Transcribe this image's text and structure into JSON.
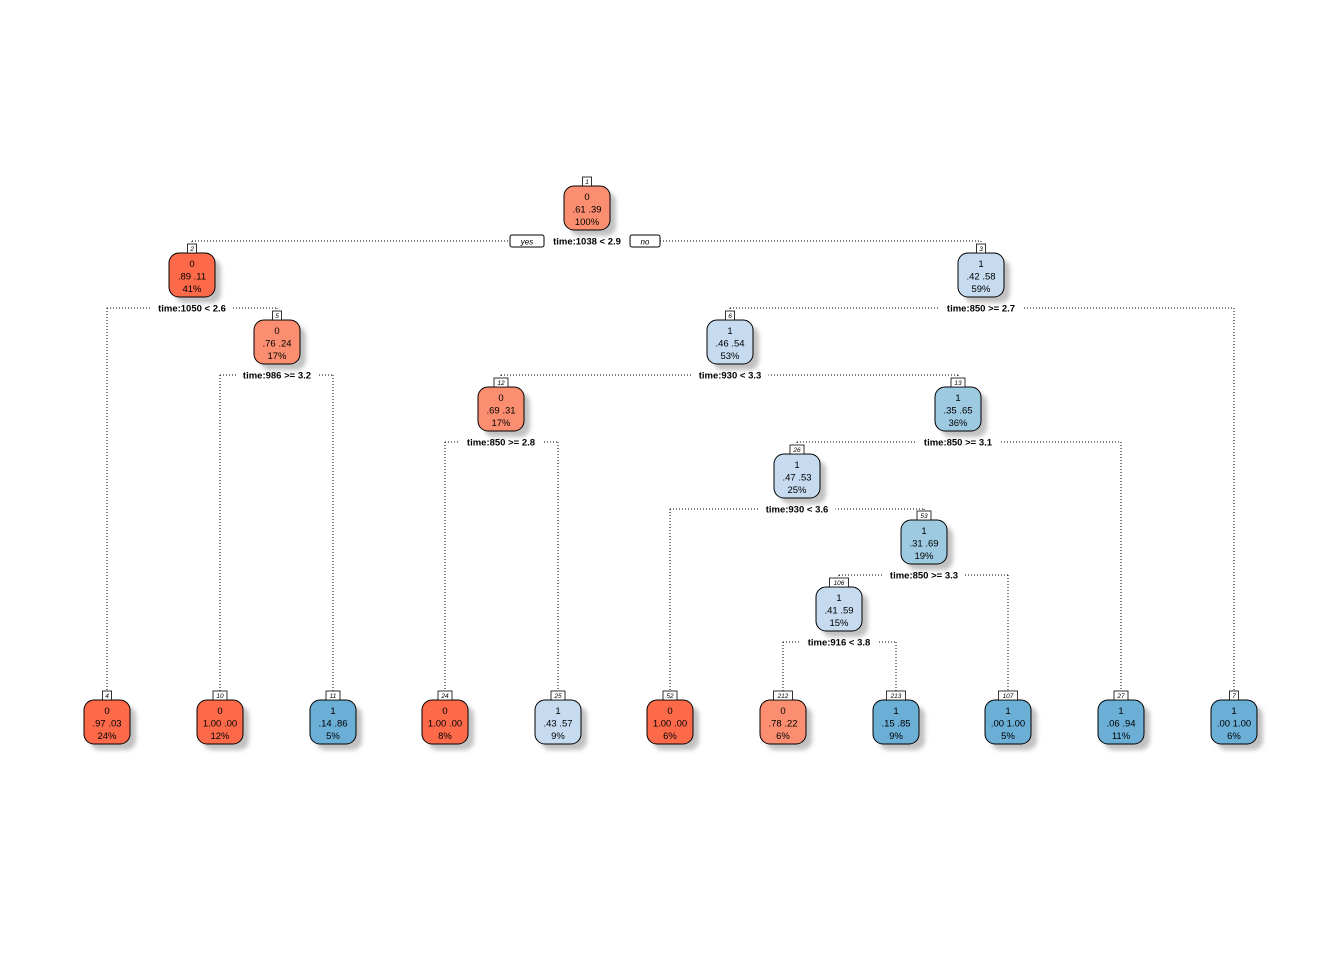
{
  "branch_labels": {
    "yes": "yes",
    "no": "no"
  },
  "colors": {
    "class0_strong": "#FC6A4A",
    "class0_medium": "#FB8E70",
    "class1_strong": "#6BAED6",
    "class1_medium": "#9ECAE1",
    "class1_light": "#C6DBEF"
  },
  "nodes": [
    {
      "id": "1",
      "cls": "0",
      "probs": ".61  .39",
      "pct": "100%",
      "split": "time:1038 < 2.9",
      "shade": "class0_medium"
    },
    {
      "id": "2",
      "cls": "0",
      "probs": ".89  .11",
      "pct": "41%",
      "split": "time:1050 < 2.6",
      "shade": "class0_strong"
    },
    {
      "id": "3",
      "cls": "1",
      "probs": ".42  .58",
      "pct": "59%",
      "split": "time:850 >= 2.7",
      "shade": "class1_light"
    },
    {
      "id": "5",
      "cls": "0",
      "probs": ".76  .24",
      "pct": "17%",
      "split": "time:986 >= 3.2",
      "shade": "class0_medium"
    },
    {
      "id": "6",
      "cls": "1",
      "probs": ".46  .54",
      "pct": "53%",
      "split": "time:930 < 3.3",
      "shade": "class1_light"
    },
    {
      "id": "12",
      "cls": "0",
      "probs": ".69  .31",
      "pct": "17%",
      "split": "time:850 >= 2.8",
      "shade": "class0_medium"
    },
    {
      "id": "13",
      "cls": "1",
      "probs": ".35  .65",
      "pct": "36%",
      "split": "time:850 >= 3.1",
      "shade": "class1_medium"
    },
    {
      "id": "26",
      "cls": "1",
      "probs": ".47  .53",
      "pct": "25%",
      "split": "time:930 < 3.6",
      "shade": "class1_light"
    },
    {
      "id": "53",
      "cls": "1",
      "probs": ".31  .69",
      "pct": "19%",
      "split": "time:850 >= 3.3",
      "shade": "class1_medium"
    },
    {
      "id": "106",
      "cls": "1",
      "probs": ".41  .59",
      "pct": "15%",
      "split": "time:916 < 3.8",
      "shade": "class1_light"
    },
    {
      "id": "4",
      "cls": "0",
      "probs": ".97  .03",
      "pct": "24%",
      "shade": "class0_strong"
    },
    {
      "id": "10",
      "cls": "0",
      "probs": "1.00  .00",
      "pct": "12%",
      "shade": "class0_strong"
    },
    {
      "id": "11",
      "cls": "1",
      "probs": ".14  .86",
      "pct": "5%",
      "shade": "class1_strong"
    },
    {
      "id": "24",
      "cls": "0",
      "probs": "1.00  .00",
      "pct": "8%",
      "shade": "class0_strong"
    },
    {
      "id": "25",
      "cls": "1",
      "probs": ".43  .57",
      "pct": "9%",
      "shade": "class1_light"
    },
    {
      "id": "52",
      "cls": "0",
      "probs": "1.00  .00",
      "pct": "6%",
      "shade": "class0_strong"
    },
    {
      "id": "212",
      "cls": "0",
      "probs": ".78  .22",
      "pct": "6%",
      "shade": "class0_medium"
    },
    {
      "id": "213",
      "cls": "1",
      "probs": ".15  .85",
      "pct": "9%",
      "shade": "class1_strong"
    },
    {
      "id": "107",
      "cls": "1",
      "probs": ".00  1.00",
      "pct": "5%",
      "shade": "class1_strong"
    },
    {
      "id": "27",
      "cls": "1",
      "probs": ".06  .94",
      "pct": "11%",
      "shade": "class1_strong"
    },
    {
      "id": "7",
      "cls": "1",
      "probs": ".00  1.00",
      "pct": "6%",
      "shade": "class1_strong"
    }
  ],
  "edges": [
    [
      "1",
      "2"
    ],
    [
      "1",
      "3"
    ],
    [
      "2",
      "4"
    ],
    [
      "2",
      "5"
    ],
    [
      "5",
      "10"
    ],
    [
      "5",
      "11"
    ],
    [
      "3",
      "6"
    ],
    [
      "3",
      "7"
    ],
    [
      "6",
      "12"
    ],
    [
      "6",
      "13"
    ],
    [
      "12",
      "24"
    ],
    [
      "12",
      "25"
    ],
    [
      "13",
      "26"
    ],
    [
      "13",
      "27"
    ],
    [
      "26",
      "52"
    ],
    [
      "26",
      "53"
    ],
    [
      "53",
      "106"
    ],
    [
      "53",
      "107"
    ],
    [
      "106",
      "212"
    ],
    [
      "106",
      "213"
    ]
  ]
}
